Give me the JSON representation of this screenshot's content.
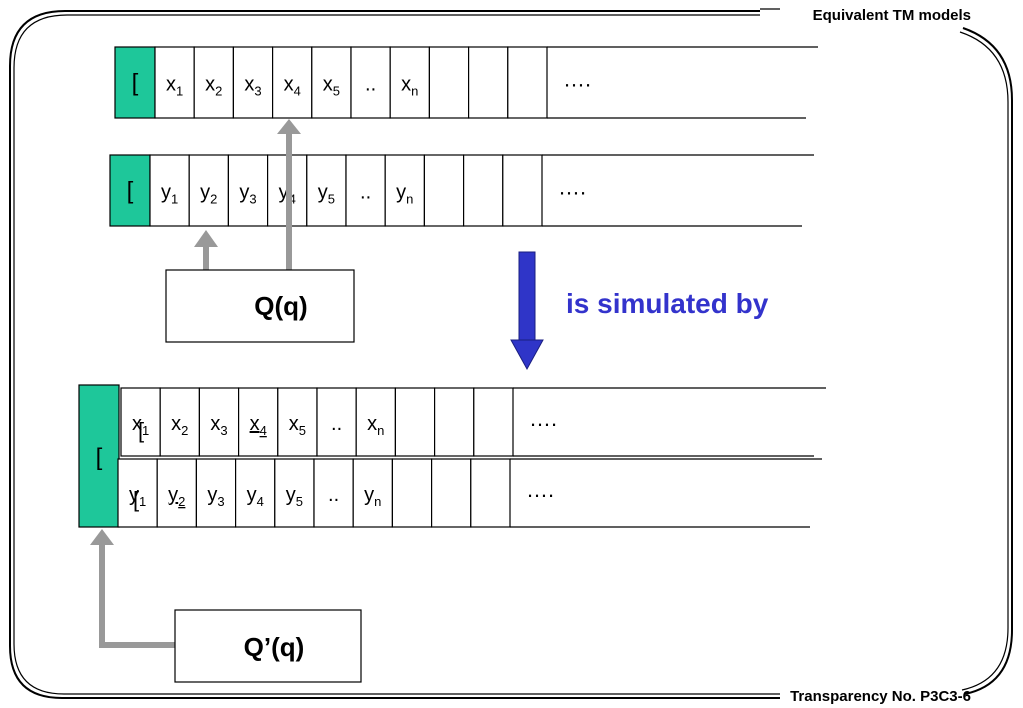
{
  "header": {
    "title": "Equivalent TM models"
  },
  "footer": {
    "label": "Transparency No. P3C3-6"
  },
  "tapes": {
    "x_tape": {
      "start": "[",
      "cells": [
        "x1",
        "x2",
        "x3",
        "x4",
        "x5",
        "..",
        "xn",
        "",
        "",
        ""
      ],
      "tail": "…."
    },
    "y_tape": {
      "start": "[",
      "cells": [
        "y1",
        "y2",
        "y3",
        "y4",
        "y5",
        "..",
        "yn",
        "",
        "",
        ""
      ],
      "tail": "…."
    },
    "combined": {
      "start": "[",
      "track1": {
        "start": "[",
        "cells": [
          "x1",
          "x2",
          "x3",
          "x4",
          "x5",
          "..",
          "xn",
          "",
          "",
          ""
        ],
        "tail": "….",
        "marked_index": 3
      },
      "track2": {
        "start": "[",
        "cells": [
          "y1",
          "y2",
          "y3",
          "y4",
          "y5",
          "..",
          "yn",
          "",
          "",
          ""
        ],
        "tail": "….",
        "marked_index": 1
      }
    }
  },
  "controls": {
    "top_label": "Q(q)",
    "bottom_label": "Q’(q)"
  },
  "arrow_caption": "is simulated by",
  "colors": {
    "start_cell": "#1ec79a",
    "marker": "#e0103c",
    "arrow_blue": "#2f35c8",
    "caption_blue": "#3333cc",
    "pointer_gray": "#999999"
  }
}
